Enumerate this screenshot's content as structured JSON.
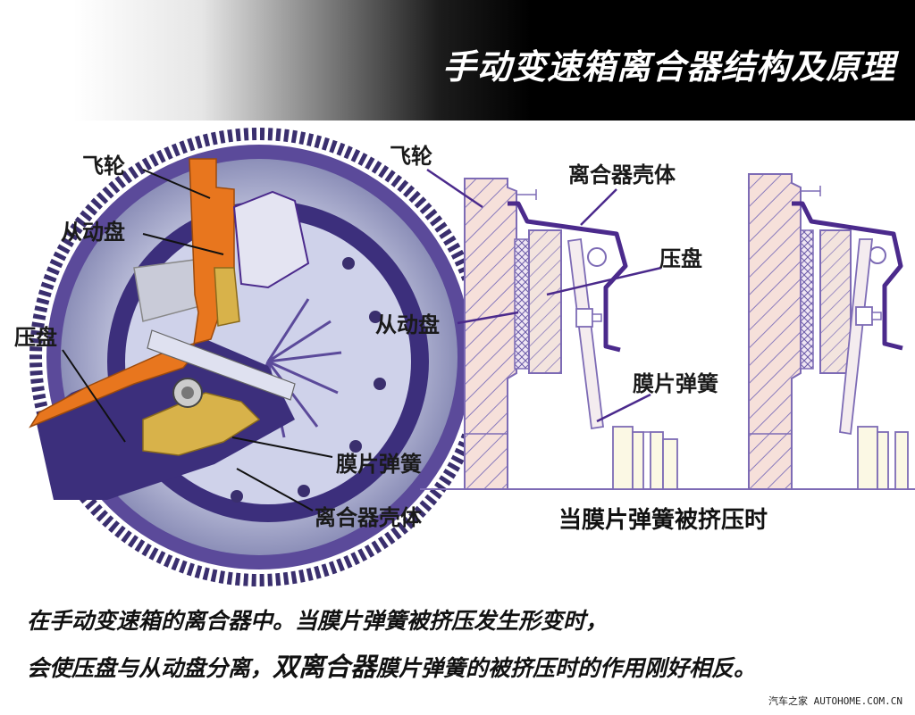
{
  "header": {
    "title": "手动变速箱离合器结构及原理"
  },
  "left_diagram": {
    "labels": {
      "flywheel": "飞轮",
      "driven_plate": "从动盘",
      "pressure_plate": "压盘",
      "diaphragm_spring": "膜片弹簧",
      "clutch_housing": "离合器壳体"
    }
  },
  "right_diagram": {
    "labels": {
      "flywheel": "飞轮",
      "clutch_housing": "离合器壳体",
      "pressure_plate": "压盘",
      "driven_plate": "从动盘",
      "diaphragm_spring": "膜片弹簧"
    },
    "caption": "当膜片弹簧被挤压时"
  },
  "description": {
    "line1": "在手动变速箱的离合器中。当膜片弹簧被挤压发生形变时，",
    "line2_part1": "会使压盘与从动盘分离，",
    "line2_emphasis": "双离合器",
    "line2_part2": "膜片弹簧的被挤压时的作用刚好相反。"
  },
  "watermark": "汽车之家 AUTOHOME.COM.CN",
  "colors": {
    "flywheel_orange": "#e8761e",
    "housing_purple": "#4b2a8c",
    "diagram_line": "#7d6bb5",
    "hatch_fill": "#f6e0da",
    "metal_gray": "#c9cbe0",
    "gold": "#d8b24a"
  }
}
